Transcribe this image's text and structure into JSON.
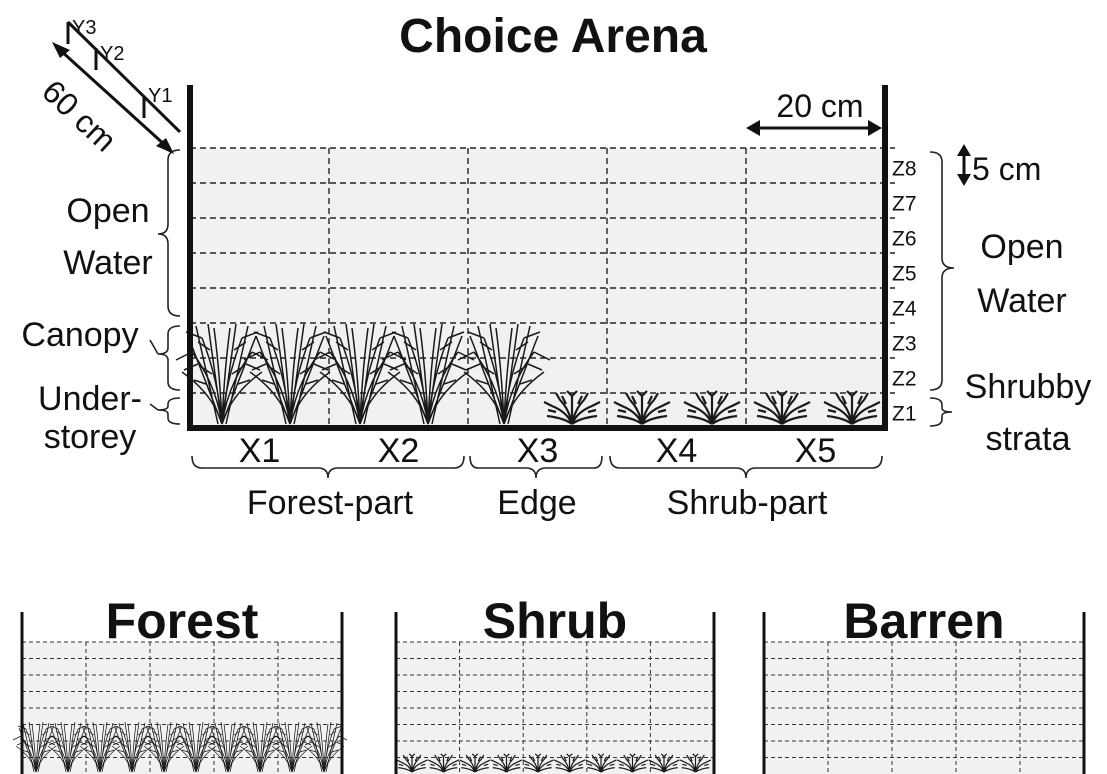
{
  "main_diagram": {
    "title": "Choice Arena",
    "depth_label": "60 cm",
    "depth_levels": [
      "Y1",
      "Y2",
      "Y3"
    ],
    "width_label": "20 cm",
    "height_label": "5 cm",
    "columns": [
      "X1",
      "X2",
      "X3",
      "X4",
      "X5"
    ],
    "layers": [
      "Z1",
      "Z2",
      "Z3",
      "Z4",
      "Z5",
      "Z6",
      "Z7",
      "Z8"
    ],
    "left_labels": {
      "open_water_line1": "Open",
      "open_water_line2": "Water",
      "canopy": "Canopy",
      "understorey_line1": "Under-",
      "understorey_line2": "storey"
    },
    "right_labels": {
      "open_water_line1": "Open",
      "open_water_line2": "Water",
      "shrubby_line1": "Shrubby",
      "shrubby_line2": "strata"
    },
    "zones": {
      "forest_part": "Forest-part",
      "edge": "Edge",
      "shrub_part": "Shrub-part"
    }
  },
  "small_panels": [
    {
      "title": "Forest",
      "vegetation": "tall"
    },
    {
      "title": "Shrub",
      "vegetation": "short"
    },
    {
      "title": "Barren",
      "vegetation": "none"
    }
  ],
  "colors": {
    "water_fill": "#f1f1f1",
    "ink": "#111111"
  }
}
